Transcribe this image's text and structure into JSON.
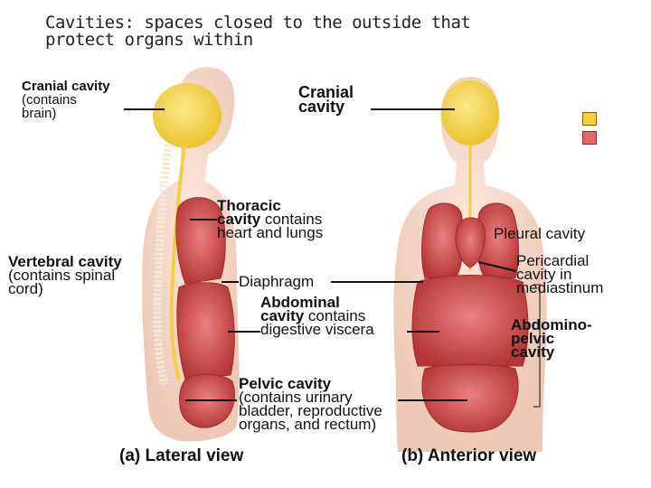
{
  "title": {
    "line1": "Cavities:  spaces closed to the outside that",
    "line2": "protect organs within"
  },
  "legend": {
    "colors": [
      "#f6cf3e",
      "#e26a6a"
    ]
  },
  "lateral": {
    "cranial_title": "Cranial cavity",
    "cranial_note1": "(contains",
    "cranial_note2": "brain)",
    "thoracic_title1": "Thoracic",
    "thoracic_title2": "cavity",
    "thoracic_note1": " contains",
    "thoracic_note2": "heart and lungs",
    "vertebral_title": "Vertebral cavity",
    "vertebral_note1": "(contains spinal",
    "vertebral_note2": "cord)",
    "diaphragm": "Diaphragm",
    "abdominal_title1": "Abdominal",
    "abdominal_title2": "cavity",
    "abdominal_note1": " contains",
    "abdominal_note2": "digestive viscera",
    "pelvic_title": "Pelvic cavity",
    "pelvic_note1": "(contains urinary",
    "pelvic_note2": "bladder, reproductive",
    "pelvic_note3": "organs, and rectum)",
    "caption": "(a) Lateral view"
  },
  "anterior": {
    "cranial_line1": "Cranial",
    "cranial_line2": "cavity",
    "pleural": "Pleural cavity",
    "pericardial1": "Pericardial",
    "pericardial2": "cavity in",
    "pericardial3": "mediastinum",
    "abdomino1": "Abdomino-",
    "abdomino2": "pelvic",
    "abdomino3": "cavity",
    "caption": "(b) Anterior view"
  }
}
